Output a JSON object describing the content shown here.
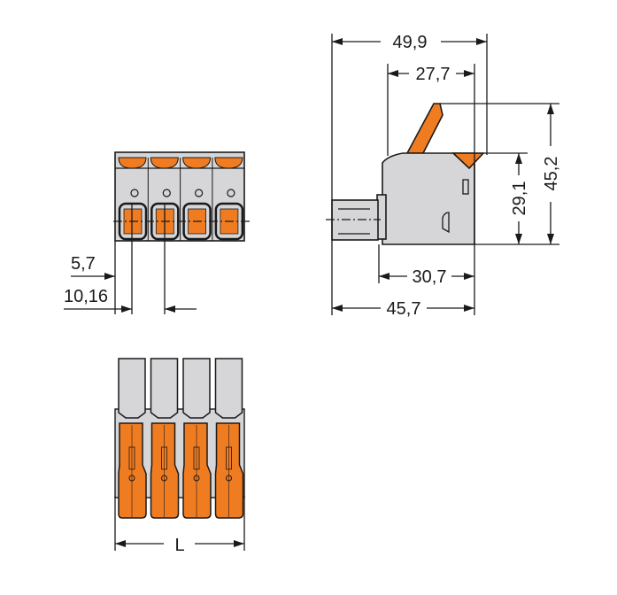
{
  "colors": {
    "orange": "#f07c22",
    "grey": "#d6d6d8",
    "outline": "#1a1a1a"
  },
  "front_view": {
    "dim_pitch_offset": "5,7",
    "dim_pitch": "10,16",
    "poles": 4
  },
  "side_view": {
    "dim_total_length": "49,9",
    "dim_lever_length": "27,7",
    "dim_total_height": "45,2",
    "dim_body_height": "29,1",
    "dim_body_depth": "30,7",
    "dim_base_length": "45,7"
  },
  "bottom_view": {
    "dim_width": "L",
    "poles": 4
  }
}
